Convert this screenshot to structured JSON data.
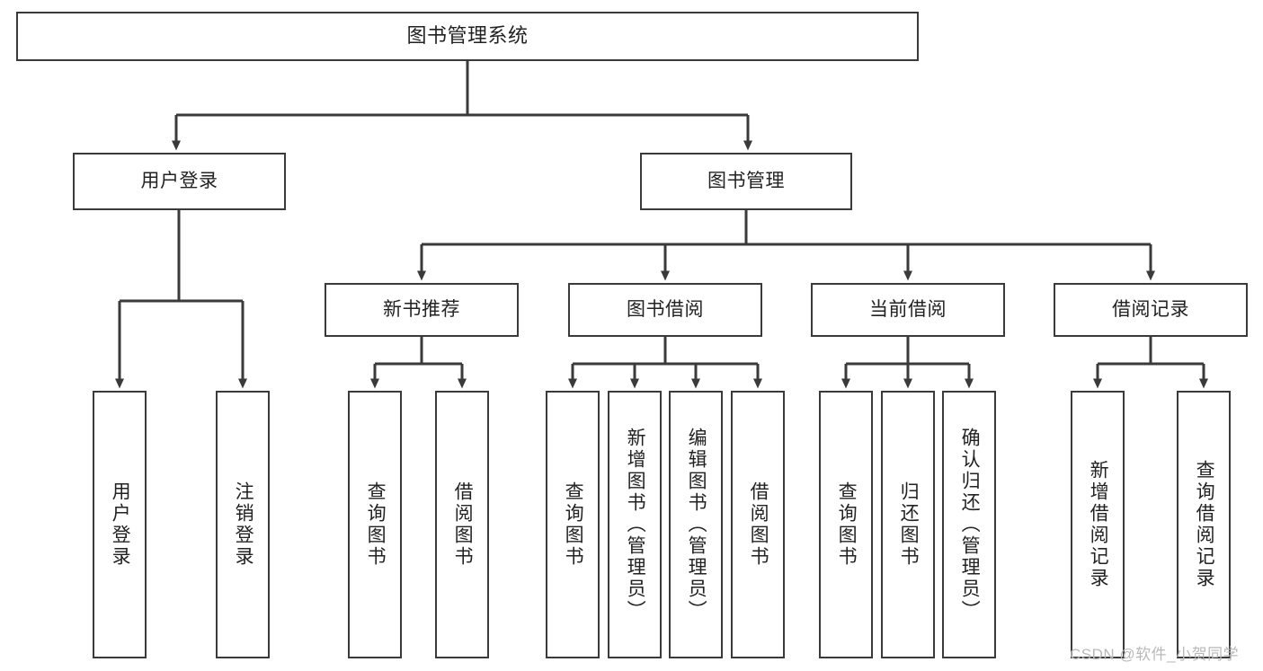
{
  "diagram": {
    "title": "图书管理系统",
    "type": "tree-hierarchy-diagram",
    "colors": {
      "box_border": "#3a3a3a",
      "box_fill": "#ffffff",
      "edge": "#3a3a3a",
      "text": "#222222",
      "watermark": "#b9b9b9",
      "background": "#ffffff"
    },
    "root": {
      "label": "图书管理系统"
    },
    "level2": [
      {
        "label": "用户登录"
      },
      {
        "label": "图书管理"
      }
    ],
    "level3": [
      {
        "label": "新书推荐"
      },
      {
        "label": "图书借阅"
      },
      {
        "label": "当前借阅"
      },
      {
        "label": "借阅记录"
      }
    ],
    "leaves": {
      "user_login": [
        {
          "label": "用户登录"
        },
        {
          "label": "注销登录"
        }
      ],
      "new_book_recommend": [
        {
          "label": "查询图书"
        },
        {
          "label": "借阅图书"
        }
      ],
      "book_borrow": [
        {
          "label": "查询图书"
        },
        {
          "label": "新增图书（管理员）"
        },
        {
          "label": "编辑图书（管理员）"
        },
        {
          "label": "借阅图书"
        }
      ],
      "current_borrow": [
        {
          "label": "查询图书"
        },
        {
          "label": "归还图书"
        },
        {
          "label": "确认归还（管理员）"
        }
      ],
      "borrow_record": [
        {
          "label": "新增借阅记录"
        },
        {
          "label": "查询借阅记录"
        }
      ]
    }
  },
  "watermark": {
    "text": "CSDN @软件_小贺同学"
  }
}
